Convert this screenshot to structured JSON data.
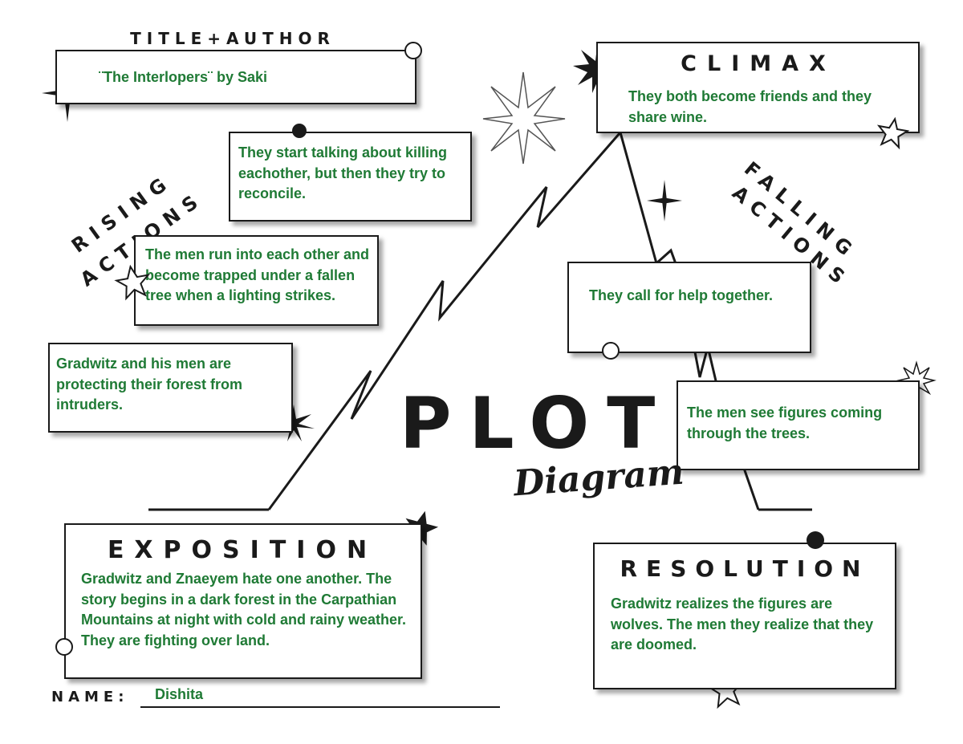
{
  "title_author": {
    "heading": "TITLE+AUTHOR",
    "text": "¨The Interlopers¨ by Saki"
  },
  "climax": {
    "heading": "CLIMAX",
    "text": "They both become friends and they share wine."
  },
  "rising_actions": {
    "label_line1": "RISING",
    "label_line2": "ACTIONS",
    "event_3": "They start talking about killing eachother, but then they try to reconcile.",
    "event_2": "The men run into each other and become trapped under a fallen tree when a lighting strikes.",
    "event_1": "Gradwitz and his men are protecting their forest from intruders."
  },
  "falling_actions": {
    "label_line1": "FALLING",
    "label_line2": "ACTIONS",
    "event_1": "They call for help together.",
    "event_2": "The men see figures coming through the trees."
  },
  "plot_title": {
    "main": "PLOT",
    "sub": "Diagram"
  },
  "exposition": {
    "heading": "EXPOSITION",
    "text": "Gradwitz and Znaeyem hate one another. The story begins in a dark forest in the Carpathian Mountains at night with cold and rainy weather. They are fighting over land."
  },
  "resolution": {
    "heading": "RESOLUTION",
    "text": "Gradwitz realizes the figures are wolves. The men they realize that they are doomed."
  },
  "name": {
    "label": "NAME:",
    "value": "Dishita"
  },
  "colors": {
    "text_green": "#1f7a35",
    "ink": "#1a1a1a"
  }
}
